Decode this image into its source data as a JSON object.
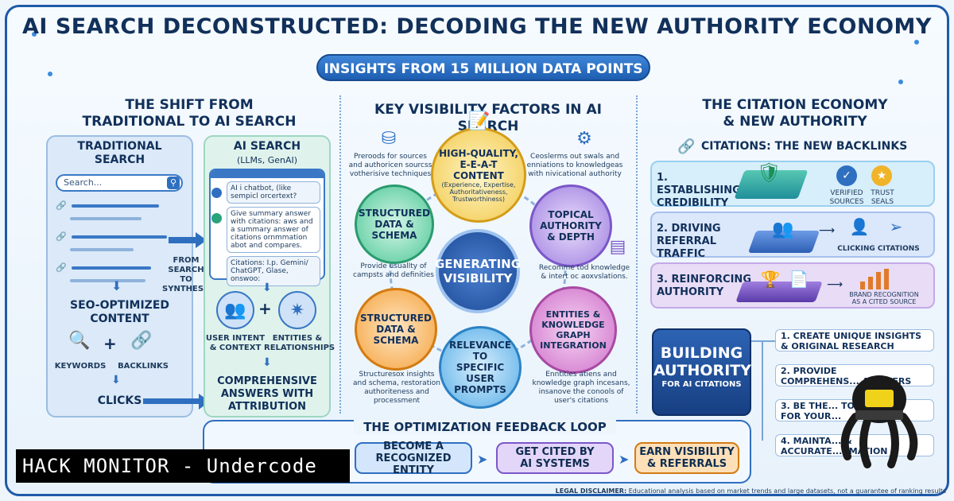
{
  "header": {
    "title": "AI SEARCH DECONSTRUCTED: DECODING THE NEW AUTHORITY ECONOMY",
    "subtitle": "INSIGHTS FROM 15 MILLION DATA POINTS"
  },
  "left": {
    "heading_line1": "THE SHIFT FROM",
    "heading_line2": "TRADITIONAL TO AI SEARCH",
    "traditional": {
      "heading_line1": "TRADITIONAL",
      "heading_line2": "SEARCH",
      "search_placeholder": "Search...",
      "seo_line1": "SEO-OPTIMIZED",
      "seo_line2": "CONTENT",
      "keywords": "KEYWORDS",
      "plus": "+",
      "backlinks": "BACKLINKS",
      "clicks": "CLICKS"
    },
    "transition_line1": "FROM",
    "transition_line2": "SEARCH",
    "transition_line3": "TO",
    "transition_line4": "SYNTHESIS",
    "ai": {
      "heading_line1": "AI SEARCH",
      "heading_line2": "(LLMs, GenAI)",
      "bubble1": "AI i chatbot, (like sempicl orcertext?",
      "bubble2": "Give summary answer with citations: aws and a summary answer of citations ornmmation abot and compares.",
      "bubble3": "Citations: I.p. Gemini/ ChatGPT, Glase, onswoo:",
      "intent_line1": "USER INTENT",
      "intent_line2": "& CONTEXT",
      "plus": "+",
      "entities_line1": "ENTITIES &",
      "entities_line2": "RELATIONSHIPS",
      "comprehensive_line1": "COMPREHENSIVE",
      "comprehensive_line2": "ANSWERS WITH",
      "comprehensive_line3": "ATTRIBUTION"
    }
  },
  "middle": {
    "heading": "KEY VISIBILITY FACTORS IN AI SEARCH",
    "center_line1": "GENERATING",
    "center_line2": "VISIBILITY",
    "top": {
      "line1": "HIGH-QUALITY,",
      "line2": "E-E-A-T CONTENT",
      "detail": "(Experience, Expertise, Authoritativeness, Trustworthiness)"
    },
    "top_left_desc": "Preroods for sources and authoricen sourcss votherisive techniques",
    "top_right_desc": "Ceoslerms out swals and enniations to knowledgeas with nivicational authority",
    "left_upper": {
      "line1": "STRUCTURED",
      "line2": "DATA &",
      "line3": "SCHEMA"
    },
    "left_upper_desc": "Provide usuallty of campsts and definities",
    "right_upper": {
      "line1": "TOPICAL",
      "line2": "AUTHORITY",
      "line3": "& DEPTH"
    },
    "right_upper_desc": "Recomme tod knowledge & intert oc aoxvslations.",
    "left_lower": {
      "line1": "STRUCTURED",
      "line2": "DATA &",
      "line3": "SCHEMA"
    },
    "left_lower_desc": "Structuresox insights and schema, restoration authoriteness and processment",
    "right_lower": {
      "line1": "ENTITIES &",
      "line2": "KNOWLEDGE GRAPH",
      "line3": "INTEGRATION"
    },
    "right_lower_desc": "Enntities atiens and knowledge graph incesans, insanove the conools of user's citations",
    "bottom": {
      "line1": "RELEVANCE TO",
      "line2": "SPECIFIC USER",
      "line3": "PROMPTS"
    }
  },
  "right": {
    "heading_line1": "THE CITATION ECONOMY",
    "heading_line2": "& NEW AUTHORITY",
    "citations_heading": "CITATIONS: THE NEW BACKLINKS",
    "strip1": {
      "line1": "1. ESTABLISHING",
      "line2": "CREDIBILITY",
      "badge1_line1": "VERIFIED",
      "badge1_line2": "SOURCES",
      "badge2_line1": "TRUST",
      "badge2_line2": "SEALS"
    },
    "strip2": {
      "line1": "2. DRIVING REFERRAL",
      "line2": "TRAFFIC",
      "caption": "CLICKING CITATIONS"
    },
    "strip3": {
      "line1": "3. REINFORCING",
      "line2": "AUTHORITY",
      "caption_line1": "BRAND RECOGNITION",
      "caption_line2": "AS A CITED SOURCE"
    },
    "building": {
      "line1": "BUILDING",
      "line2": "AUTHORITY",
      "line3": "FOR AI CITATIONS"
    },
    "steps": [
      {
        "line1": "1. CREATE UNIQUE INSIGHTS",
        "line2": "& ORIGINAL RESEARCH"
      },
      {
        "line1": "2. PROVIDE",
        "line2": "COMPREHENS... ANSWERS"
      },
      {
        "line1": "3. BE THE... TO",
        "line2": "FOR YOUR..."
      },
      {
        "line1": "4. MAINTA... &",
        "line2": "ACCURATE...RMATION"
      }
    ]
  },
  "loop": {
    "heading": "THE OPTIMIZATION FEEDBACK LOOP",
    "pill1": {
      "line1": "BECOME A",
      "line2": "RECOGNIZED ENTITY"
    },
    "pill2": {
      "line1": "GET CITED BY",
      "line2": "AI SYSTEMS"
    },
    "pill3": {
      "line1": "EARN VISIBILITY",
      "line2": "& REFERRALS"
    }
  },
  "watermark": "HACK MONITOR - Undercode",
  "disclaimer_strong": "LEGAL DISCLAIMER:",
  "disclaimer": "Educational analysis based on market trends and large datasets, not a guarantee of ranking results",
  "colors": {
    "accent": "#1e5aa8",
    "ai_panel": "#dff3ec",
    "traditional_panel": "#dbe9f8"
  }
}
